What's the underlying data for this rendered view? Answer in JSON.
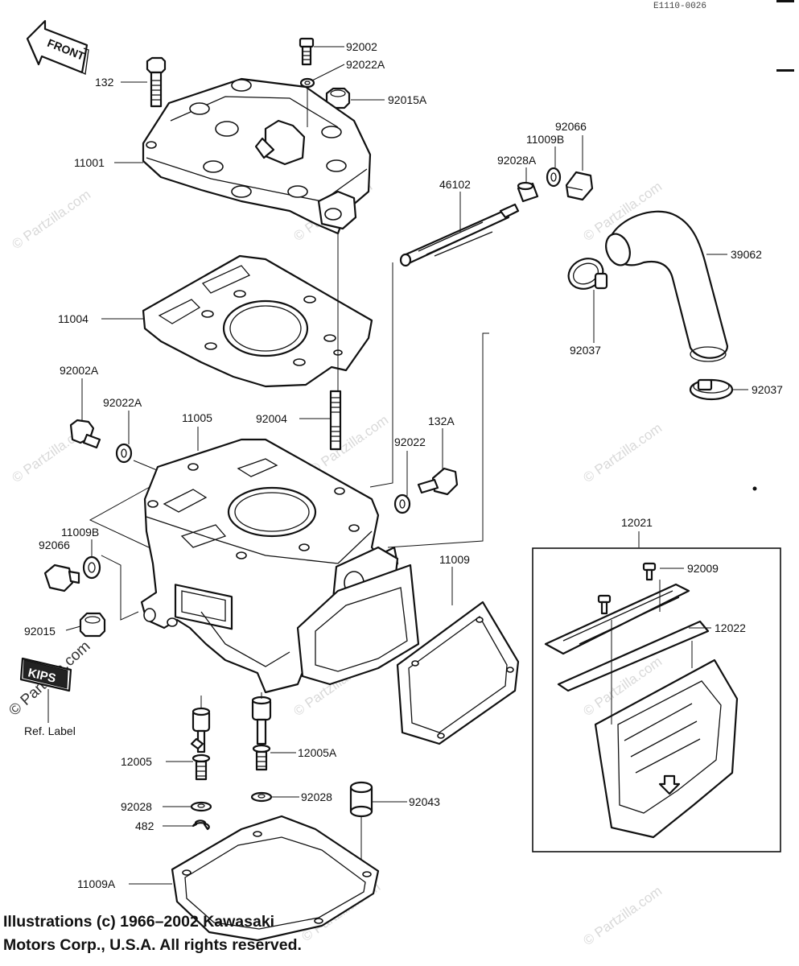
{
  "diagram_code": "E1110-0026",
  "front_arrow": "FRONT",
  "ref_label_text": "KIPS",
  "ref_label_caption": "Ref. Label",
  "watermark": "© Partzilla.com",
  "copyright_line1": "Illustrations (c) 1966–2002 Kawasaki",
  "copyright_line2": "Motors Corp., U.S.A.  All rights reserved.",
  "assembly_box_label": "12021",
  "part_labels": {
    "p92002": "92002",
    "p92022A_top": "92022A",
    "p132": "132",
    "p92015A": "92015A",
    "p11001": "11001",
    "p92066_right": "92066",
    "p11009B_right": "11009B",
    "p92028A": "92028A",
    "p46102": "46102",
    "p39062": "39062",
    "p11004": "11004",
    "p92037_upper": "92037",
    "p92037_lower": "92037",
    "p92002A": "92002A",
    "p92022A_left": "92022A",
    "p11005": "11005",
    "p92004": "92004",
    "p132A": "132A",
    "p92022": "92022",
    "p11009B_left": "11009B",
    "p92066_left": "92066",
    "p11009": "11009",
    "p92009": "92009",
    "p12022": "12022",
    "p92015": "92015",
    "p12005": "12005",
    "p12005A": "12005A",
    "p92028_left": "92028",
    "p92028_right": "92028",
    "p482": "482",
    "p92043": "92043",
    "p11009A": "11009A"
  }
}
